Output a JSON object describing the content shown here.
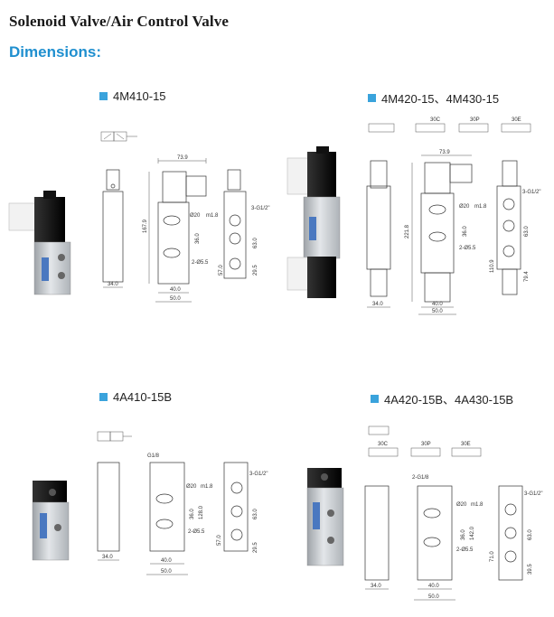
{
  "header": {
    "title": "Solenoid Valve/Air Control Valve",
    "subtitle": "Dimensions:"
  },
  "sections": [
    {
      "model": "4M410-15",
      "dims": {
        "w_top": "73.9",
        "h_total": "167.9",
        "port": "Ø20",
        "port_detail": "m1.8",
        "thread": "3-G1/2\"",
        "h63": "63.0",
        "h36": "36.0",
        "holes": "2-Ø5.5",
        "h57": "57.0",
        "h29": "29.5",
        "w34": "34.0",
        "w40": "40.0",
        "w50": "50.0"
      }
    },
    {
      "model": "4M420-15、4M430-15",
      "symbols": [
        "30C",
        "30P",
        "30E"
      ],
      "dims": {
        "w_top": "73.9",
        "h_total": "221.8",
        "port": "Ø20",
        "port_detail": "m1.8",
        "thread": "3-G1/2\"",
        "h63": "63.0",
        "h36": "36.0",
        "holes": "2-Ø5.5",
        "h110": "110.9",
        "h79": "79.4",
        "w34": "34.0",
        "w40": "40.0",
        "w50": "50.0"
      }
    },
    {
      "model": "4A410-15B",
      "dims": {
        "g18": "G1/8",
        "port": "Ø20",
        "port_detail": "m1.8",
        "thread": "3-G1/2\"",
        "h36": "36.0",
        "h128": "128.0",
        "holes": "2-Ø5.5",
        "h63": "63.0",
        "h57": "57.0",
        "h29": "29.5",
        "w34": "34.0",
        "w40": "40.0",
        "w50": "50.0"
      }
    },
    {
      "model": "4A420-15B、4A430-15B",
      "symbols": [
        "30C",
        "30P",
        "30E"
      ],
      "dims": {
        "g18": "2-G1/8",
        "port": "Ø20",
        "port_detail": "m1.8",
        "thread": "3-G1/2\"",
        "h36": "36.0",
        "h142": "142.0",
        "holes": "2-Ø5.5",
        "h63": "63.0",
        "h71": "71.0",
        "h39": "39.5",
        "w34": "34.0",
        "w40": "40.0",
        "w50": "50.0"
      }
    }
  ],
  "colors": {
    "accent": "#1f8fcf",
    "bullet": "#3aa3dc",
    "valve_body": "#c8ccd0",
    "coil": "#1c1c1c"
  }
}
